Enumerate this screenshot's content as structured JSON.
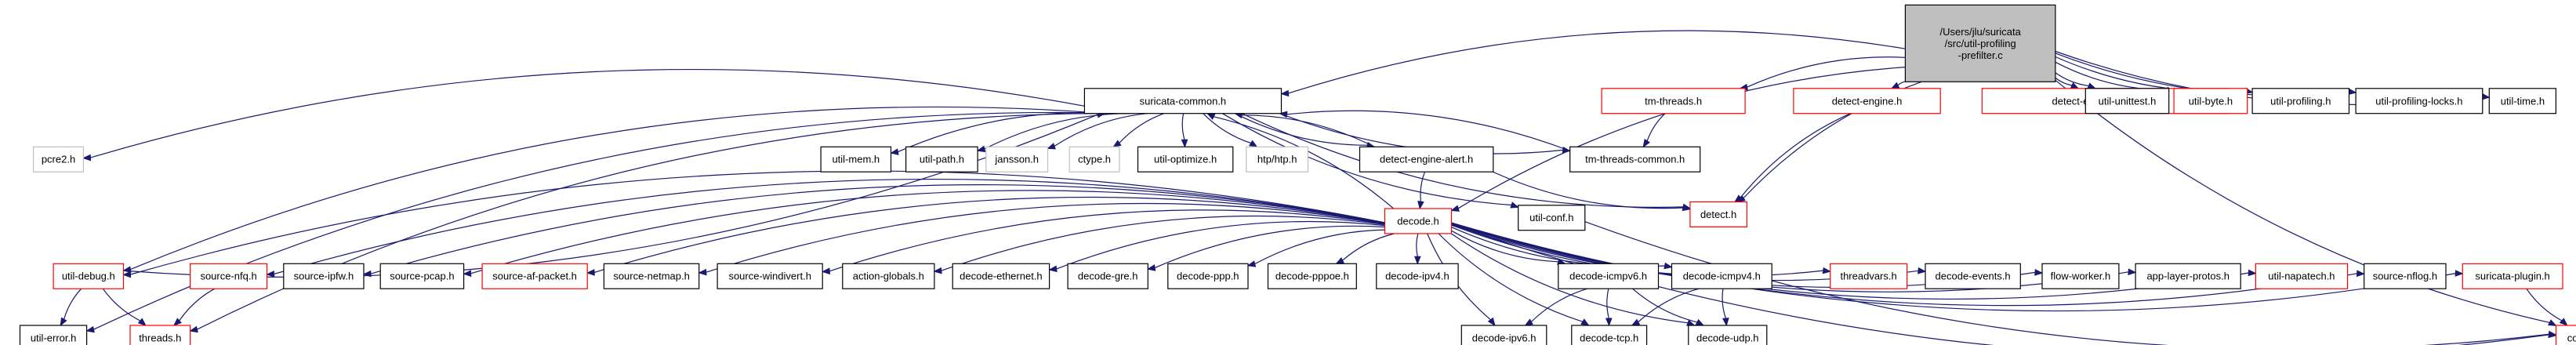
{
  "colors": {
    "root_fill": "#bfbfbf",
    "root_border": "#000000",
    "normal_border": "#000000",
    "truncated_border": "#ff0000",
    "missing_border": "#bfbfbf",
    "edge": "#191970",
    "background": "#ffffff"
  },
  "nodes": [
    {
      "id": "root",
      "label": [
        "/Users/jlu/suricata",
        "/src/util-profiling",
        "-prefilter.c"
      ],
      "kind": "root"
    },
    {
      "id": "suricata-common",
      "label": [
        "suricata-common.h"
      ],
      "kind": "normal"
    },
    {
      "id": "tm-threads",
      "label": [
        "tm-threads.h"
      ],
      "kind": "truncated"
    },
    {
      "id": "detect-engine",
      "label": [
        "detect-engine.h"
      ],
      "kind": "truncated"
    },
    {
      "id": "detect-engine-prefilter",
      "label": [
        "detect-engine-prefilter.h"
      ],
      "kind": "truncated"
    },
    {
      "id": "util-unittest",
      "label": [
        "util-unittest.h"
      ],
      "kind": "normal"
    },
    {
      "id": "util-byte",
      "label": [
        "util-byte.h"
      ],
      "kind": "truncated"
    },
    {
      "id": "util-profiling",
      "label": [
        "util-profiling.h"
      ],
      "kind": "normal"
    },
    {
      "id": "util-profiling-locks",
      "label": [
        "util-profiling-locks.h"
      ],
      "kind": "normal"
    },
    {
      "id": "util-time",
      "label": [
        "util-time.h"
      ],
      "kind": "normal"
    },
    {
      "id": "pcre2",
      "label": [
        "pcre2.h"
      ],
      "kind": "missing"
    },
    {
      "id": "util-mem",
      "label": [
        "util-mem.h"
      ],
      "kind": "normal"
    },
    {
      "id": "util-path",
      "label": [
        "util-path.h"
      ],
      "kind": "normal"
    },
    {
      "id": "jansson",
      "label": [
        "jansson.h"
      ],
      "kind": "missing"
    },
    {
      "id": "ctype",
      "label": [
        "ctype.h"
      ],
      "kind": "missing"
    },
    {
      "id": "util-optimize",
      "label": [
        "util-optimize.h"
      ],
      "kind": "normal"
    },
    {
      "id": "htp",
      "label": [
        "htp/htp.h"
      ],
      "kind": "missing"
    },
    {
      "id": "detect-engine-alert",
      "label": [
        "detect-engine-alert.h"
      ],
      "kind": "normal"
    },
    {
      "id": "tm-threads-common",
      "label": [
        "tm-threads-common.h"
      ],
      "kind": "normal"
    },
    {
      "id": "detect",
      "label": [
        "detect.h"
      ],
      "kind": "truncated"
    },
    {
      "id": "util-conf",
      "label": [
        "util-conf.h"
      ],
      "kind": "normal"
    },
    {
      "id": "decode",
      "label": [
        "decode.h"
      ],
      "kind": "truncated"
    },
    {
      "id": "util-debug",
      "label": [
        "util-debug.h"
      ],
      "kind": "truncated"
    },
    {
      "id": "source-nfq",
      "label": [
        "source-nfq.h"
      ],
      "kind": "truncated"
    },
    {
      "id": "source-ipfw",
      "label": [
        "source-ipfw.h"
      ],
      "kind": "normal"
    },
    {
      "id": "source-pcap",
      "label": [
        "source-pcap.h"
      ],
      "kind": "normal"
    },
    {
      "id": "source-af-packet",
      "label": [
        "source-af-packet.h"
      ],
      "kind": "truncated"
    },
    {
      "id": "source-netmap",
      "label": [
        "source-netmap.h"
      ],
      "kind": "normal"
    },
    {
      "id": "source-windivert",
      "label": [
        "source-windivert.h"
      ],
      "kind": "normal"
    },
    {
      "id": "action-globals",
      "label": [
        "action-globals.h"
      ],
      "kind": "normal"
    },
    {
      "id": "decode-ethernet",
      "label": [
        "decode-ethernet.h"
      ],
      "kind": "normal"
    },
    {
      "id": "decode-gre",
      "label": [
        "decode-gre.h"
      ],
      "kind": "normal"
    },
    {
      "id": "decode-ppp",
      "label": [
        "decode-ppp.h"
      ],
      "kind": "normal"
    },
    {
      "id": "decode-pppoe",
      "label": [
        "decode-pppoe.h"
      ],
      "kind": "normal"
    },
    {
      "id": "decode-ipv4",
      "label": [
        "decode-ipv4.h"
      ],
      "kind": "normal"
    },
    {
      "id": "decode-icmpv6",
      "label": [
        "decode-icmpv6.h"
      ],
      "kind": "normal"
    },
    {
      "id": "decode-icmpv4",
      "label": [
        "decode-icmpv4.h"
      ],
      "kind": "normal"
    },
    {
      "id": "threadvars",
      "label": [
        "threadvars.h"
      ],
      "kind": "truncated"
    },
    {
      "id": "decode-events",
      "label": [
        "decode-events.h"
      ],
      "kind": "normal"
    },
    {
      "id": "flow-worker",
      "label": [
        "flow-worker.h"
      ],
      "kind": "normal"
    },
    {
      "id": "app-layer-protos",
      "label": [
        "app-layer-protos.h"
      ],
      "kind": "normal"
    },
    {
      "id": "util-napatech",
      "label": [
        "util-napatech.h"
      ],
      "kind": "truncated"
    },
    {
      "id": "source-nflog",
      "label": [
        "source-nflog.h"
      ],
      "kind": "normal"
    },
    {
      "id": "suricata-plugin",
      "label": [
        "suricata-plugin.h"
      ],
      "kind": "truncated"
    },
    {
      "id": "util-error",
      "label": [
        "util-error.h"
      ],
      "kind": "normal"
    },
    {
      "id": "threads",
      "label": [
        "threads.h"
      ],
      "kind": "truncated"
    },
    {
      "id": "decode-ipv6",
      "label": [
        "decode-ipv6.h"
      ],
      "kind": "normal"
    },
    {
      "id": "decode-tcp",
      "label": [
        "decode-tcp.h"
      ],
      "kind": "normal"
    },
    {
      "id": "decode-udp",
      "label": [
        "decode-udp.h"
      ],
      "kind": "normal"
    },
    {
      "id": "conf",
      "label": [
        "conf.h"
      ],
      "kind": "truncated"
    }
  ],
  "edges": [
    [
      "root",
      "suricata-common"
    ],
    [
      "root",
      "tm-threads"
    ],
    [
      "root",
      "detect-engine"
    ],
    [
      "root",
      "detect-engine-prefilter"
    ],
    [
      "root",
      "util-unittest"
    ],
    [
      "root",
      "util-byte"
    ],
    [
      "root",
      "util-profiling"
    ],
    [
      "root",
      "util-profiling-locks"
    ],
    [
      "root",
      "util-time"
    ],
    [
      "root",
      "decode"
    ],
    [
      "root",
      "detect"
    ],
    [
      "root",
      "conf"
    ],
    [
      "suricata-common",
      "pcre2"
    ],
    [
      "suricata-common",
      "util-mem"
    ],
    [
      "suricata-common",
      "util-path"
    ],
    [
      "suricata-common",
      "jansson"
    ],
    [
      "suricata-common",
      "ctype"
    ],
    [
      "suricata-common",
      "util-optimize"
    ],
    [
      "suricata-common",
      "htp"
    ],
    [
      "suricata-common",
      "detect-engine-alert"
    ],
    [
      "suricata-common",
      "tm-threads-common"
    ],
    [
      "suricata-common",
      "detect"
    ],
    [
      "suricata-common",
      "util-conf"
    ],
    [
      "suricata-common",
      "util-debug"
    ],
    [
      "suricata-common",
      "util-error"
    ],
    [
      "suricata-common",
      "threads"
    ],
    [
      "util-debug",
      "suricata-common"
    ],
    [
      "decode",
      "suricata-common"
    ],
    [
      "detect-engine-alert",
      "suricata-common"
    ],
    [
      "tm-threads-common",
      "suricata-common"
    ],
    [
      "tm-threads",
      "tm-threads-common"
    ],
    [
      "detect-engine",
      "detect"
    ],
    [
      "detect-engine-alert",
      "decode"
    ],
    [
      "detect-engine-alert",
      "detect"
    ],
    [
      "util-conf",
      "conf"
    ],
    [
      "decode",
      "util-debug"
    ],
    [
      "decode",
      "source-nfq"
    ],
    [
      "decode",
      "source-ipfw"
    ],
    [
      "decode",
      "source-pcap"
    ],
    [
      "decode",
      "source-af-packet"
    ],
    [
      "decode",
      "source-netmap"
    ],
    [
      "decode",
      "source-windivert"
    ],
    [
      "decode",
      "action-globals"
    ],
    [
      "decode",
      "decode-ethernet"
    ],
    [
      "decode",
      "decode-gre"
    ],
    [
      "decode",
      "decode-ppp"
    ],
    [
      "decode",
      "decode-pppoe"
    ],
    [
      "decode",
      "decode-ipv4"
    ],
    [
      "decode",
      "decode-icmpv6"
    ],
    [
      "decode",
      "decode-icmpv4"
    ],
    [
      "decode",
      "threadvars"
    ],
    [
      "decode",
      "decode-events"
    ],
    [
      "decode",
      "flow-worker"
    ],
    [
      "decode",
      "app-layer-protos"
    ],
    [
      "decode",
      "util-napatech"
    ],
    [
      "decode",
      "source-nflog"
    ],
    [
      "decode",
      "suricata-plugin"
    ],
    [
      "decode",
      "decode-ipv6"
    ],
    [
      "decode",
      "decode-tcp"
    ],
    [
      "decode",
      "decode-udp"
    ],
    [
      "decode",
      "conf"
    ],
    [
      "util-debug",
      "util-error"
    ],
    [
      "util-debug",
      "threads"
    ],
    [
      "source-nfq",
      "threads"
    ],
    [
      "decode-icmpv6",
      "decode-ipv6"
    ],
    [
      "decode-icmpv6",
      "decode-tcp"
    ],
    [
      "decode-icmpv6",
      "decode-udp"
    ],
    [
      "decode-icmpv4",
      "decode-tcp"
    ],
    [
      "decode-icmpv4",
      "decode-udp"
    ],
    [
      "suricata-plugin",
      "conf"
    ]
  ]
}
